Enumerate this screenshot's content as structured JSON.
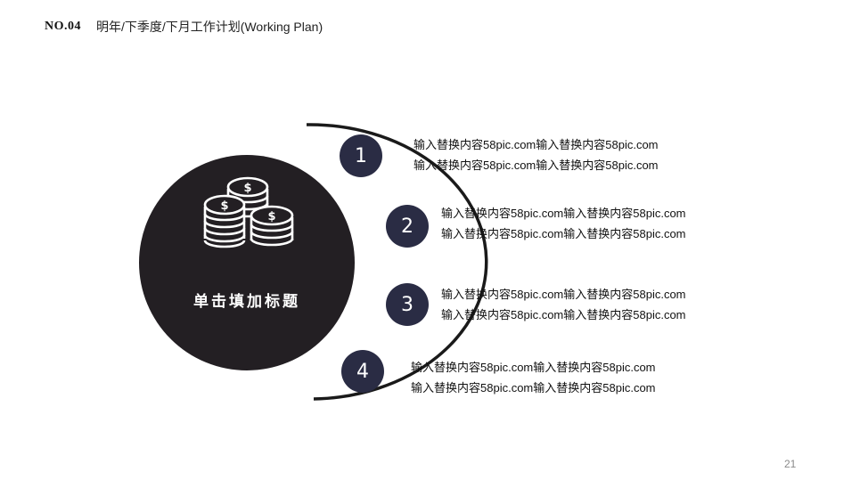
{
  "header": {
    "number": "NO.04",
    "title": "明年/下季度/下月工作计划(Working Plan)"
  },
  "center": {
    "title": "单击填加标题",
    "icon": "coins-stack-icon"
  },
  "items": [
    {
      "number": "1",
      "lines": [
        "输入替换内容58pic.com输入替换内容58pic.com",
        "输入替换内容58pic.com输入替换内容58pic.com"
      ]
    },
    {
      "number": "2",
      "lines": [
        "输入替换内容58pic.com输入替换内容58pic.com",
        "输入替换内容58pic.com输入替换内容58pic.com"
      ]
    },
    {
      "number": "3",
      "lines": [
        "输入替换内容58pic.com输入替换内容58pic.com",
        "输入替换内容58pic.com输入替换内容58pic.com"
      ]
    },
    {
      "number": "4",
      "lines": [
        "输入替换内容58pic.com输入替换内容58pic.com",
        "输入替换内容58pic.com输入替换内容58pic.com"
      ]
    }
  ],
  "page_number": "21",
  "colors": {
    "circle": "#231f23",
    "badge": "#2a2c44",
    "arc": "#1a1a1a",
    "text": "#111111"
  }
}
